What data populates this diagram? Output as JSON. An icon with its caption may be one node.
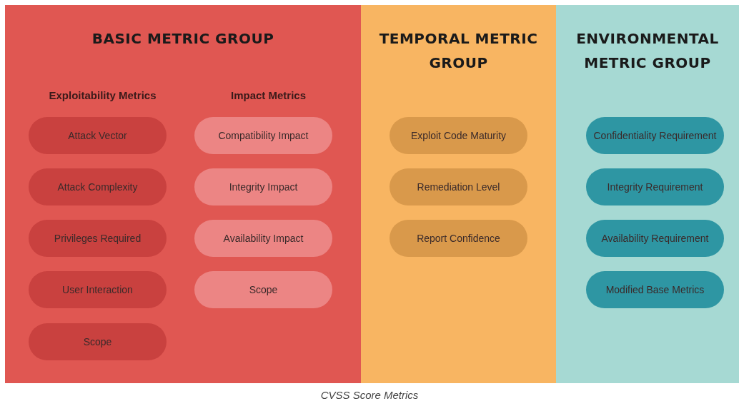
{
  "diagram": {
    "caption": "CVSS Score Metrics",
    "nodes": [
      {
        "text": [
          "BASIC METRIC GROUP"
        ]
      },
      {
        "text": [
          "Attack Vector"
        ],
        "in": 0
      },
      {
        "text": [
          "Attack Complexity"
        ],
        "in": 0
      },
      {
        "text": [
          "Privileges Required"
        ],
        "in": 0
      },
      {
        "text": [
          "User Interaction"
        ],
        "in": 0
      },
      {
        "text": [
          "Scope"
        ],
        "in": 0
      },
      {
        "text": [
          "Compatibility Impact"
        ],
        "in": 0
      },
      {
        "text": [
          "Integrity Impact"
        ],
        "in": 0
      },
      {
        "text": [
          "Availability Impact"
        ],
        "in": 0
      },
      {
        "text": [
          "Scope"
        ],
        "in": 0
      },
      {
        "text": [
          "TEMPORAL METRIC GROUP"
        ]
      },
      {
        "text": [
          "Exploit Code Maturity"
        ],
        "in": 10
      },
      {
        "text": [
          "Remediation Level"
        ],
        "in": 10
      },
      {
        "text": [
          "Report Confidence"
        ],
        "in": 10
      },
      {
        "text": [
          "ENVIRONMENTAL METRIC GROUP"
        ]
      },
      {
        "text": [
          "Confidentiality Requirement"
        ],
        "in": 14
      },
      {
        "text": [
          "Integrity Requirement"
        ],
        "in": 14
      },
      {
        "text": [
          "Availability Requirement"
        ],
        "in": 14
      },
      {
        "text": [
          "Modified Base Metrics"
        ],
        "in": 14
      }
    ],
    "labels": [
      "Exploitability Metrics",
      "Impact Metrics"
    ]
  }
}
